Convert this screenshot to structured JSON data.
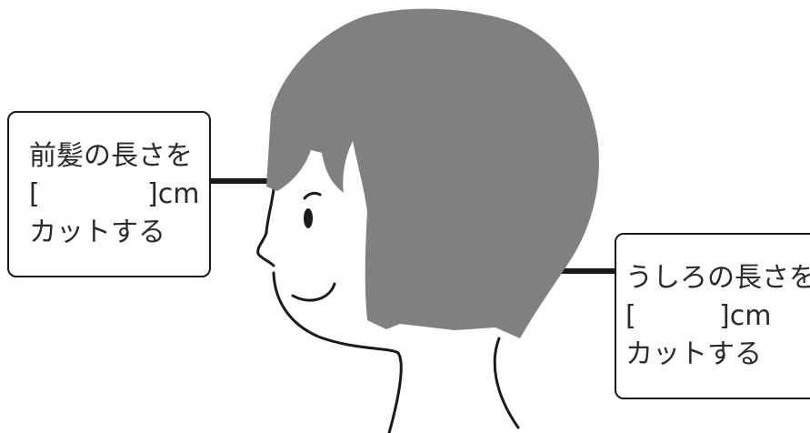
{
  "callout_front": {
    "line1": "前髪の長さを",
    "bracket_open": "[",
    "bracket_close": "]cm",
    "line3": "カットする"
  },
  "callout_back": {
    "line1": "うしろの長さを",
    "bracket_open": "[",
    "bracket_close": "]cm",
    "line3": "カットする"
  },
  "colors": {
    "hair": "#808083",
    "outline": "#1a1a1a",
    "callout_border": "#1a1a1a",
    "text": "#2a2a2a"
  }
}
